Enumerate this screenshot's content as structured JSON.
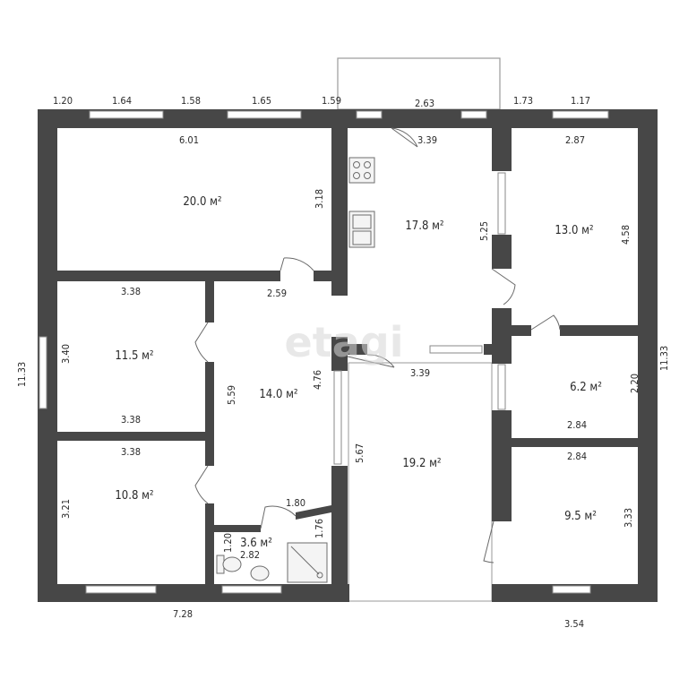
{
  "watermark": "etagi",
  "rooms": {
    "r1": {
      "area": "20.0 м²",
      "dim_w": "6.01",
      "dim_h": "3.18"
    },
    "r2": {
      "area": "17.8 м²",
      "dim_top": "2.63",
      "dim_w": "3.39",
      "dim_h": "5.25"
    },
    "r3": {
      "area": "13.0 м²",
      "dim_w": "2.87",
      "dim_h": "4.58"
    },
    "r4": {
      "area": "11.5 м²",
      "dim_w_top": "3.38",
      "dim_h": "3.40",
      "dim_w_bottom": "3.38"
    },
    "r5": {
      "area": "14.0 м²",
      "dim_w": "2.59",
      "dim_h_left": "5.59",
      "dim_h_right": "4.76"
    },
    "r6": {
      "area": "6.2 м²",
      "dim_h": "2.20",
      "dim_w": "2.84"
    },
    "r7": {
      "area": "19.2 м²",
      "dim_w": "3.39",
      "dim_h": "5.67"
    },
    "r8": {
      "area": "10.8 м²",
      "dim_w": "3.38",
      "dim_h": "3.21"
    },
    "r9": {
      "area": "9.5 м²",
      "dim_w": "2.84",
      "dim_h": "3.33"
    },
    "r10": {
      "area": "3.6 м²",
      "dim_w_top": "1.80",
      "dim_h_left": "1.20",
      "dim_w": "2.82",
      "dim_h_right": "1.76"
    }
  },
  "facade_top": [
    "1.20",
    "1.64",
    "1.58",
    "1.65",
    "1.59",
    "1.73",
    "1.17"
  ],
  "overall": {
    "left": "11.33",
    "right": "11.33",
    "bottom_left": "7.28",
    "bottom_right": "3.54"
  }
}
